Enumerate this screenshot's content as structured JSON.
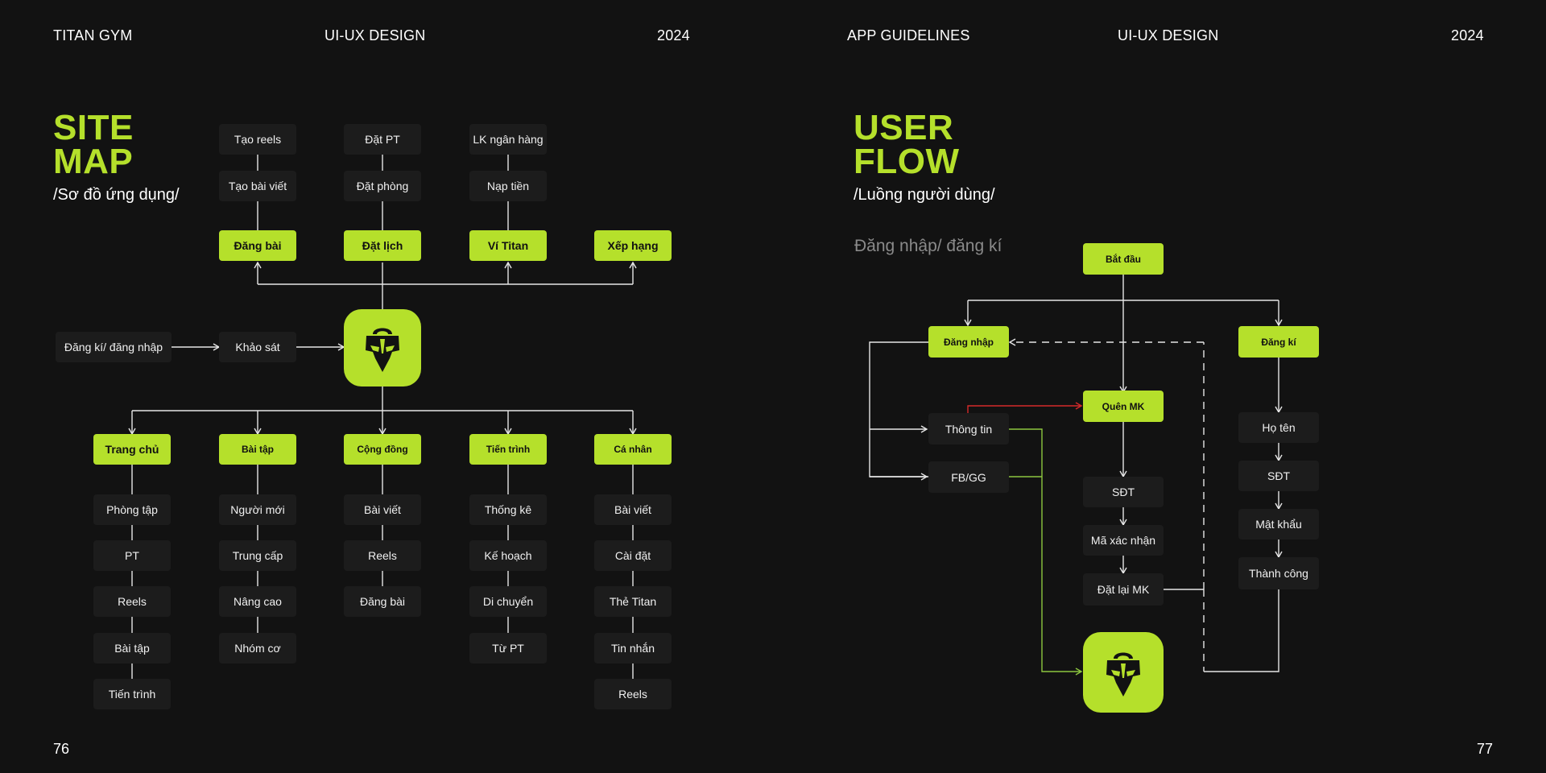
{
  "header": {
    "left_brand": "TITAN GYM",
    "left_center": "UI-UX DESIGN",
    "left_year": "2024",
    "right_brand": "APP GUIDELINES",
    "right_center": "UI-UX DESIGN",
    "right_year": "2024"
  },
  "page_numbers": {
    "left": "76",
    "right": "77"
  },
  "sitemap": {
    "title_line1": "SITE",
    "title_line2": "MAP",
    "subtitle": "/Sơ đồ ứng dụng/",
    "entry": "Đăng kí/ đăng nhập",
    "survey": "Khảo sát",
    "top_branches": [
      {
        "label": "Đăng bài",
        "children": [
          "Tạo reels",
          "Tạo bài viết"
        ]
      },
      {
        "label": "Đặt lịch",
        "children": [
          "Đặt PT",
          "Đặt phòng"
        ]
      },
      {
        "label": "Ví Titan",
        "children": [
          "LK ngân hàng",
          "Nạp tiền"
        ]
      },
      {
        "label": "Xếp hạng",
        "children": []
      }
    ],
    "bottom_branches": [
      {
        "label": "Trang chủ",
        "children": [
          "Phòng tập",
          "PT",
          "Reels",
          "Bài tập",
          "Tiến trình"
        ]
      },
      {
        "label": "Bài tập",
        "children": [
          "Người mới",
          "Trung cấp",
          "Nâng cao",
          "Nhóm cơ"
        ]
      },
      {
        "label": "Cộng đồng",
        "children": [
          "Bài viết",
          "Reels",
          "Đăng bài"
        ]
      },
      {
        "label": "Tiến trình",
        "children": [
          "Thống kê",
          "Kế hoạch",
          "Di chuyển",
          "Từ PT"
        ]
      },
      {
        "label": "Cá nhân",
        "children": [
          "Bài viết",
          "Cài đặt",
          "Thẻ Titan",
          "Tin nhắn",
          "Reels"
        ]
      }
    ]
  },
  "userflow": {
    "title_line1": "USER",
    "title_line2": "FLOW",
    "subtitle": "/Luồng người dùng/",
    "section": "Đăng nhập/ đăng kí",
    "start": "Bắt đầu",
    "login": "Đăng nhập",
    "register": "Đăng kí",
    "forgot": "Quên MK",
    "info": "Thông tin",
    "social": "FB/GG",
    "forgot_steps": [
      "SĐT",
      "Mã xác nhận",
      "Đặt lại MK"
    ],
    "register_steps": [
      "Họ tên",
      "SĐT",
      "Mật khẩu",
      "Thành công"
    ]
  },
  "colors": {
    "background": "#121212",
    "accent": "#B5E02B",
    "node_dark": "#1C1C1C",
    "line": "#E6E6E6",
    "line_red": "#D42A2A",
    "line_green": "#8CC63F",
    "muted_text": "#8A8A8A"
  },
  "icons": {
    "logo": "spartan-helmet-kettlebell-icon"
  }
}
